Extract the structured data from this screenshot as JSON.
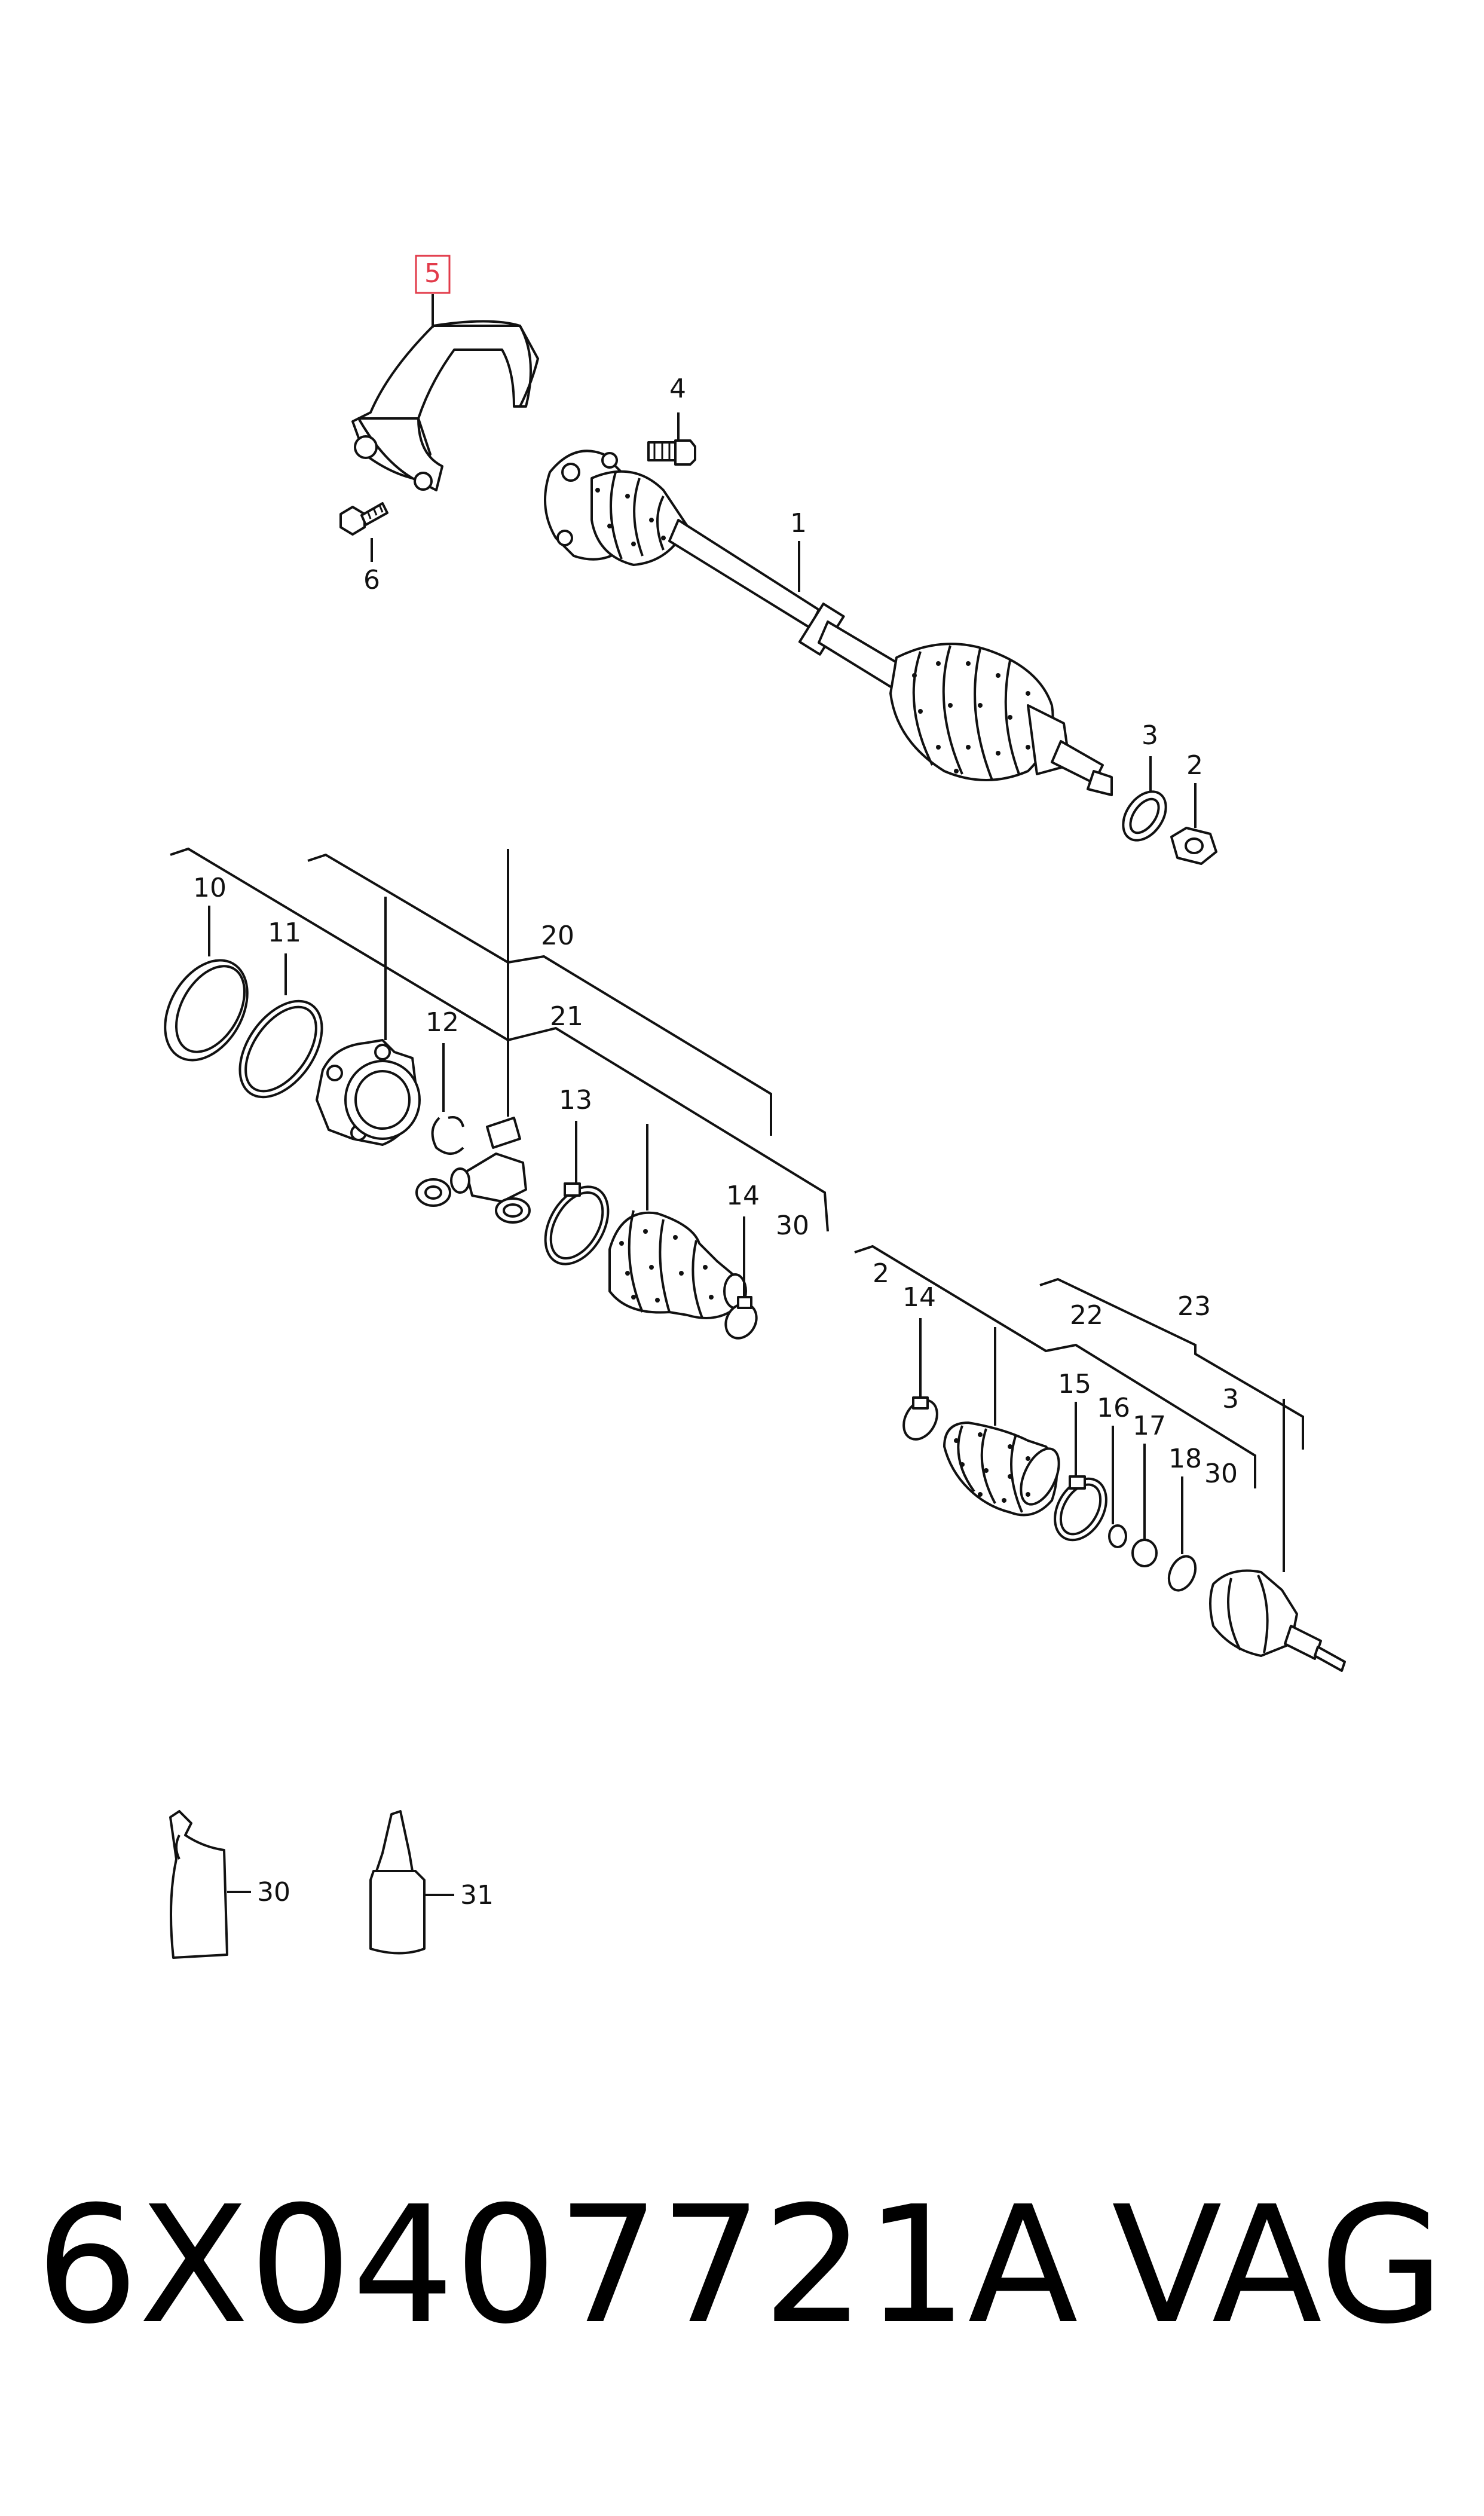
{
  "callouts": {
    "c1": "1",
    "c2a": "2",
    "c2b": "2",
    "c3a": "3",
    "c3b": "3",
    "c4": "4",
    "c5": "5",
    "c6": "6",
    "c10": "10",
    "c11": "11",
    "c12": "12",
    "c13": "13",
    "c14a": "14",
    "c14b": "14",
    "c15": "15",
    "c16": "16",
    "c17": "17",
    "c18": "18",
    "c20": "20",
    "c21": "21",
    "c22": "22",
    "c23": "23",
    "c30a": "30",
    "c30b": "30",
    "c30c": "30",
    "c31": "31"
  },
  "highlight_color": "#e23b4a",
  "footer": {
    "part_number": "6X0407721A",
    "brand": "VAG"
  }
}
